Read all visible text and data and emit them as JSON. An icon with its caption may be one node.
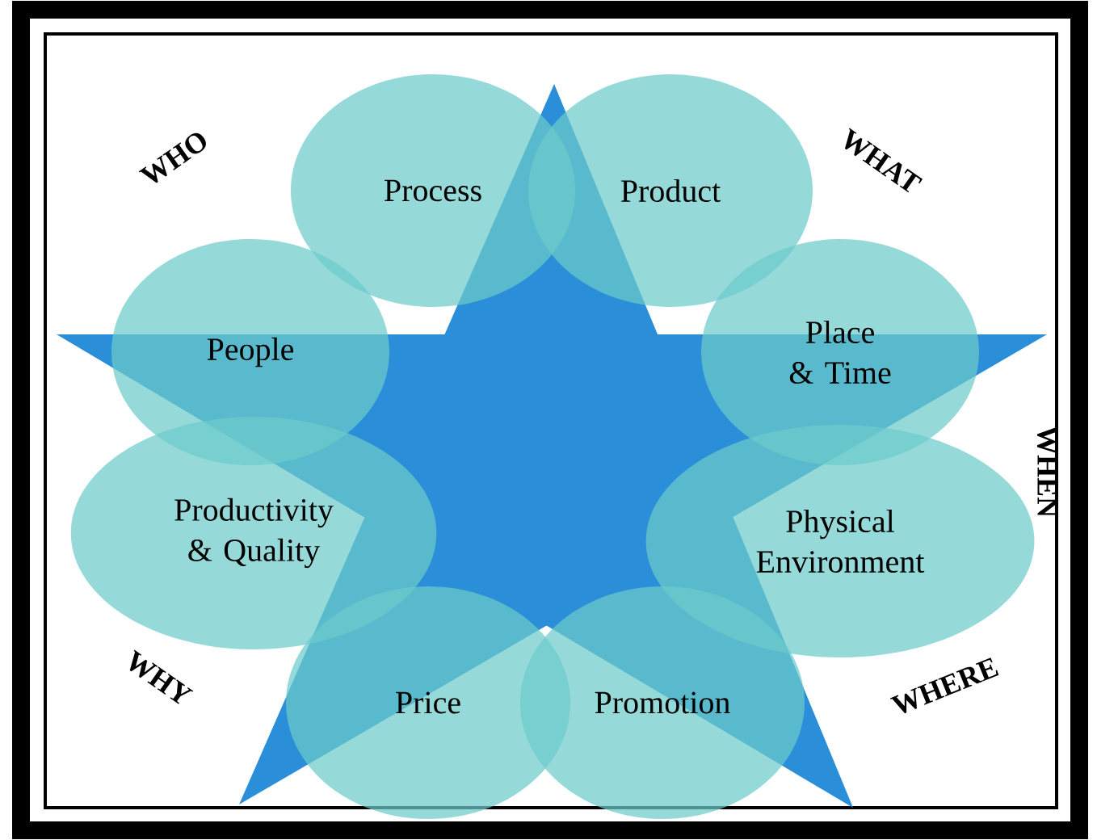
{
  "diagram": {
    "nodes": [
      {
        "text": [
          "Process"
        ]
      },
      {
        "text": [
          "Product"
        ]
      },
      {
        "text": [
          "People"
        ]
      },
      {
        "text": [
          "Place & Time"
        ]
      },
      {
        "text": [
          "Productivity & Quality"
        ]
      },
      {
        "text": [
          "Physical Environment"
        ]
      },
      {
        "text": [
          "Price"
        ]
      },
      {
        "text": [
          "Promotion"
        ]
      }
    ],
    "labels": [
      "WHO",
      "WHAT",
      "WHEN",
      "WHY",
      "WHERE"
    ]
  }
}
